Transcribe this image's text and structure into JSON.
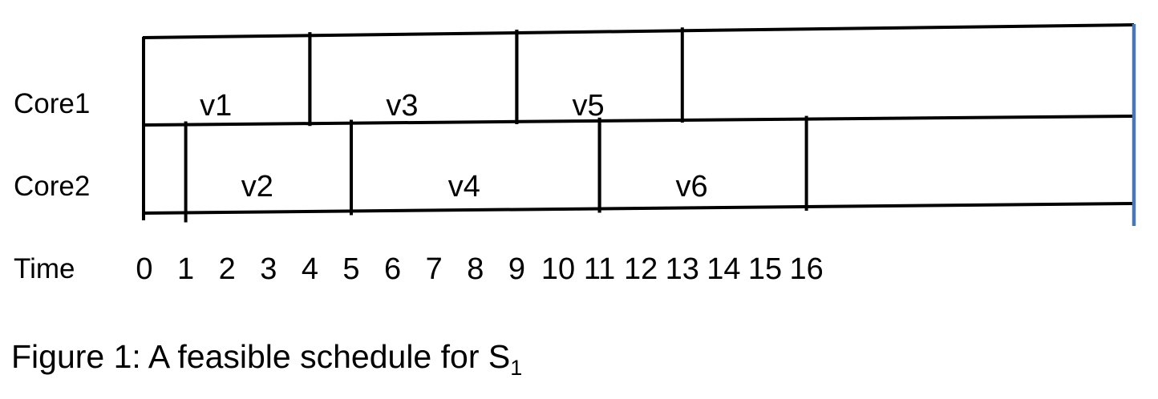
{
  "rows": [
    {
      "label": "Core1"
    },
    {
      "label": "Core2"
    }
  ],
  "time_axis": {
    "label": "Time",
    "ticks": [
      "0",
      "1",
      "2",
      "3",
      "4",
      "5",
      "6",
      "7",
      "8",
      "9",
      "10",
      "11",
      "12",
      "13",
      "14",
      "15",
      "16"
    ]
  },
  "schedule": {
    "tasks": [
      {
        "label": "v1",
        "core": "Core1",
        "row": 0,
        "start": 0,
        "end": 4
      },
      {
        "label": "v2",
        "core": "Core2",
        "row": 1,
        "start": 1,
        "end": 5
      },
      {
        "label": "v3",
        "core": "Core1",
        "row": 0,
        "start": 4,
        "end": 9
      },
      {
        "label": "v4",
        "core": "Core2",
        "row": 1,
        "start": 5,
        "end": 11
      },
      {
        "label": "v5",
        "core": "Core1",
        "row": 0,
        "start": 9,
        "end": 13
      },
      {
        "label": "v6",
        "core": "Core2",
        "row": 1,
        "start": 11,
        "end": 16
      }
    ]
  },
  "caption": {
    "text": "Figure 1: A feasible schedule for S",
    "subscript": "1"
  },
  "colors": {
    "line": "#000000",
    "text": "#000000",
    "end_marker": "#4878b8",
    "background": "#ffffff"
  }
}
